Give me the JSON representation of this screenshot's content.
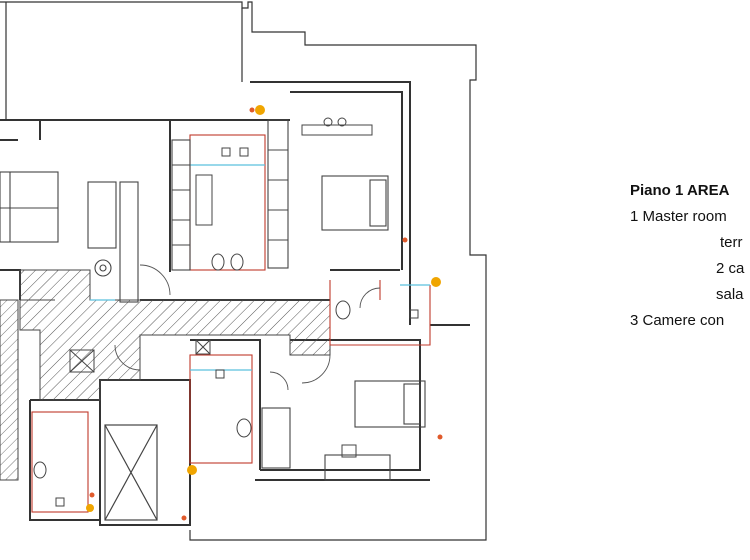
{
  "legend": {
    "title": "Piano 1 AREA",
    "lines": [
      "1 Master room",
      "terr",
      "2 ca",
      "sala",
      "3 Camere con"
    ]
  },
  "colors": {
    "wall": "#333333",
    "hatch": "#555555",
    "bathroom_line": "#c0392b",
    "water_line": "#5bc0de",
    "light_fixture": "#f0a500",
    "marker": "#e05a2b"
  }
}
